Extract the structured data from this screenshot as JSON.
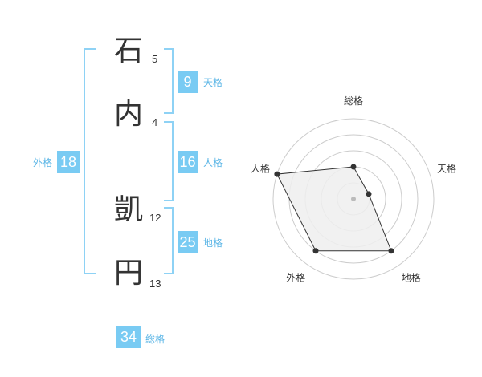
{
  "name_chars": [
    {
      "char": "石",
      "strokes": "5"
    },
    {
      "char": "内",
      "strokes": "4"
    },
    {
      "char": "凱",
      "strokes": "12"
    },
    {
      "char": "円",
      "strokes": "13"
    }
  ],
  "scores": {
    "tenkaku": {
      "value": "9",
      "label": "天格"
    },
    "jinkaku": {
      "value": "16",
      "label": "人格"
    },
    "chikaku": {
      "value": "25",
      "label": "地格"
    },
    "gaikaku": {
      "value": "18",
      "label": "外格"
    },
    "soukaku": {
      "value": "34",
      "label": "総格"
    }
  },
  "chart_data": {
    "type": "radar",
    "axes": [
      "総格",
      "天格",
      "地格",
      "外格",
      "人格"
    ],
    "values": [
      2,
      1,
      4,
      4,
      5
    ],
    "rmax": 5,
    "colors": {
      "fill": "#eeeeee",
      "line": "#333333",
      "grid": "#cccccc",
      "center": "#bbbbbb"
    }
  }
}
